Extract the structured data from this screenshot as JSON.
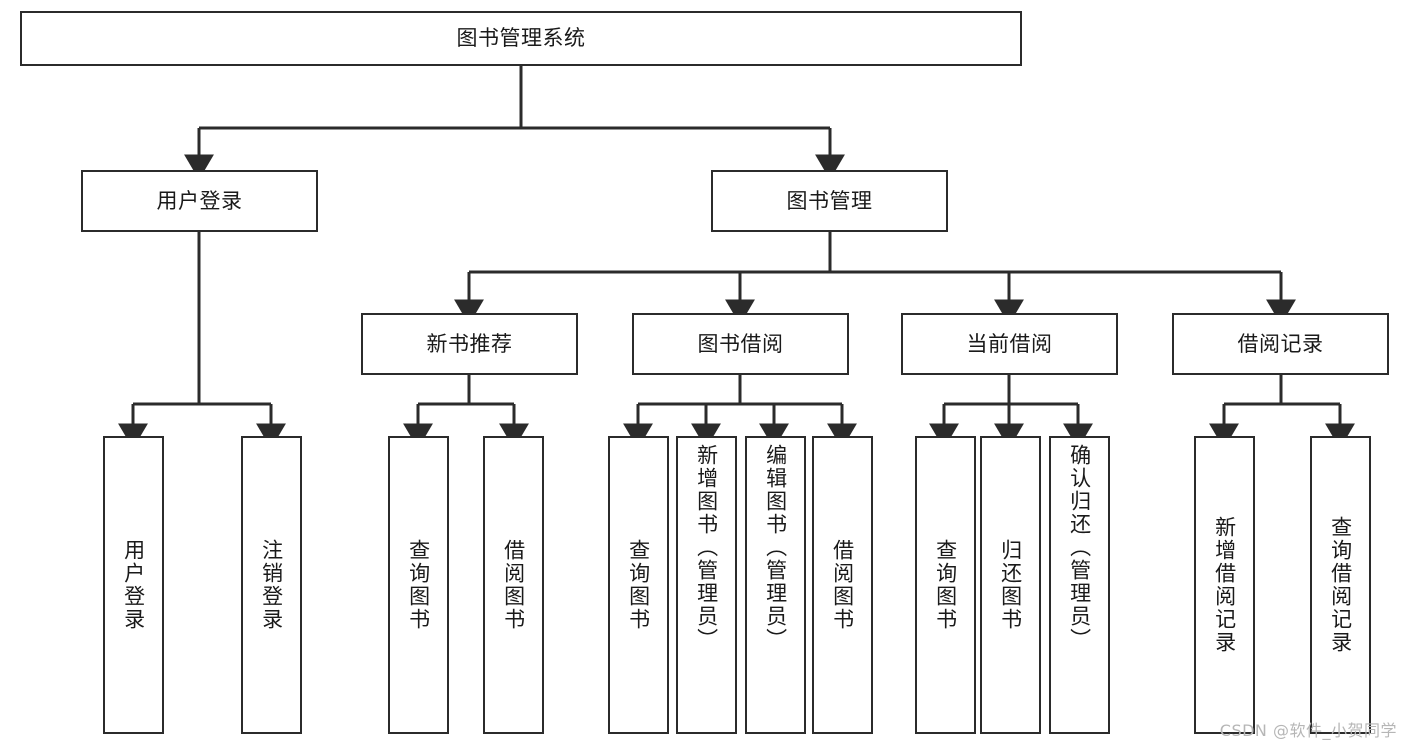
{
  "diagram": {
    "title": "图书管理系统",
    "type": "tree",
    "style": {
      "box_stroke": "#2b2b2b",
      "box_fill": "#ffffff",
      "connector_stroke": "#2b2b2b",
      "text_color": "#1a1a1a",
      "background": "#ffffff",
      "watermark_color": "#b6b6b6"
    },
    "root": {
      "label": "图书管理系统"
    },
    "level2": [
      {
        "label": "用户登录"
      },
      {
        "label": "图书管理"
      }
    ],
    "level3": [
      {
        "label": "新书推荐"
      },
      {
        "label": "图书借阅"
      },
      {
        "label": "当前借阅"
      },
      {
        "label": "借阅记录"
      }
    ],
    "leaves": {
      "user_login": [
        {
          "label": "用户登录"
        },
        {
          "label": "注销登录"
        }
      ],
      "new_book_recommend": [
        {
          "label": "查询图书"
        },
        {
          "label": "借阅图书"
        }
      ],
      "book_borrow": [
        {
          "label": "查询图书"
        },
        {
          "label": "新增图书（管理员）"
        },
        {
          "label": "编辑图书（管理员）"
        },
        {
          "label": "借阅图书"
        }
      ],
      "current_borrow": [
        {
          "label": "查询图书"
        },
        {
          "label": "归还图书"
        },
        {
          "label": "确认归还（管理员）"
        }
      ],
      "borrow_record": [
        {
          "label": "新增借阅记录"
        },
        {
          "label": "查询借阅记录"
        }
      ]
    }
  },
  "watermark": {
    "text": "CSDN @软件_小贺同学"
  }
}
